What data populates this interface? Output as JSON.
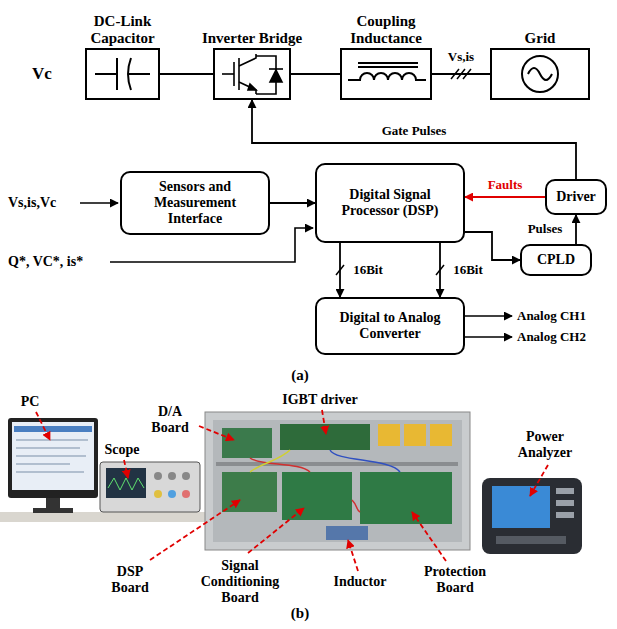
{
  "diagram": {
    "nodes": [
      {
        "text": [
          "DC-Link Capacitor"
        ]
      },
      {
        "text": [
          "Inverter Bridge"
        ]
      },
      {
        "text": [
          "Coupling Inductance"
        ]
      },
      {
        "text": [
          "Grid"
        ]
      },
      {
        "text": [
          "Sensors and Measurement Interface"
        ]
      },
      {
        "text": [
          "Digital Signal Processor (DSP)"
        ]
      },
      {
        "text": [
          "Driver"
        ]
      },
      {
        "text": [
          "CPLD"
        ]
      },
      {
        "text": [
          "Digital to Analog Converter"
        ]
      }
    ],
    "edges": [
      {
        "from": 0,
        "to": 1,
        "arrow": "none"
      },
      {
        "from": 1,
        "to": 2,
        "arrow": "none"
      },
      {
        "from": 2,
        "to": 3,
        "arrow": "none",
        "label": "Vs,is"
      },
      {
        "from": 6,
        "to": 1,
        "arrow": "to",
        "label": "Gate Pulses"
      },
      {
        "from": 4,
        "to": 5,
        "arrow": "to"
      },
      {
        "from": 6,
        "to": 5,
        "arrow": "to",
        "label": "Faults"
      },
      {
        "from": 5,
        "to": 7,
        "arrow": "to"
      },
      {
        "from": 7,
        "to": 6,
        "arrow": "to",
        "label": "Pulses"
      },
      {
        "from": 5,
        "to": 8,
        "arrow": "to",
        "label": "16Bit"
      },
      {
        "from": 5,
        "to": 8,
        "arrow": "to",
        "label": "16Bit"
      }
    ],
    "labels": [
      "Vc",
      "Vs,is,Vc",
      "Q*, VC*, is*",
      "Analog CH1",
      "Analog CH2",
      "(a)",
      "PC",
      "D/A Board",
      "Scope",
      "IGBT driver",
      "Power Analyzer",
      "DSP Board",
      "Signal Conditioning Board",
      "Inductor",
      "Protection Board",
      "(b)"
    ]
  }
}
